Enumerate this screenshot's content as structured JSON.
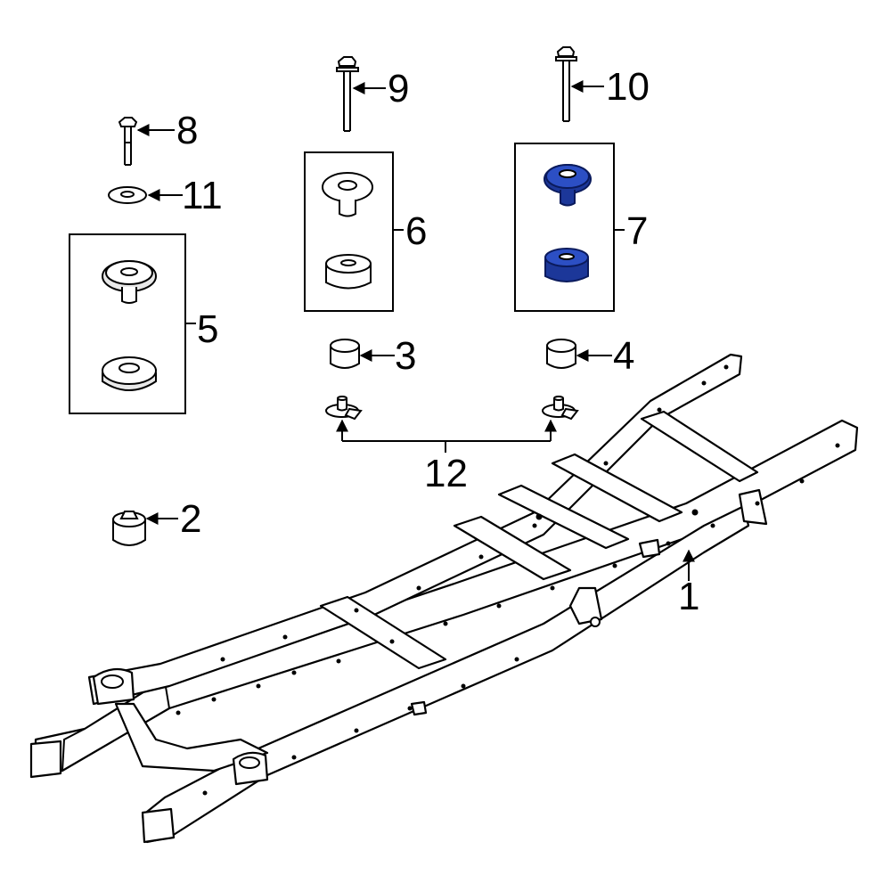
{
  "diagram": {
    "callouts": {
      "c1": "1",
      "c2": "2",
      "c3": "3",
      "c4": "4",
      "c5": "5",
      "c6": "6",
      "c7": "7",
      "c8": "8",
      "c9": "9",
      "c10": "10",
      "c11": "11",
      "c12": "12"
    },
    "colors": {
      "highlight": "#2c4fc4",
      "line": "#000000",
      "background": "#ffffff"
    }
  }
}
